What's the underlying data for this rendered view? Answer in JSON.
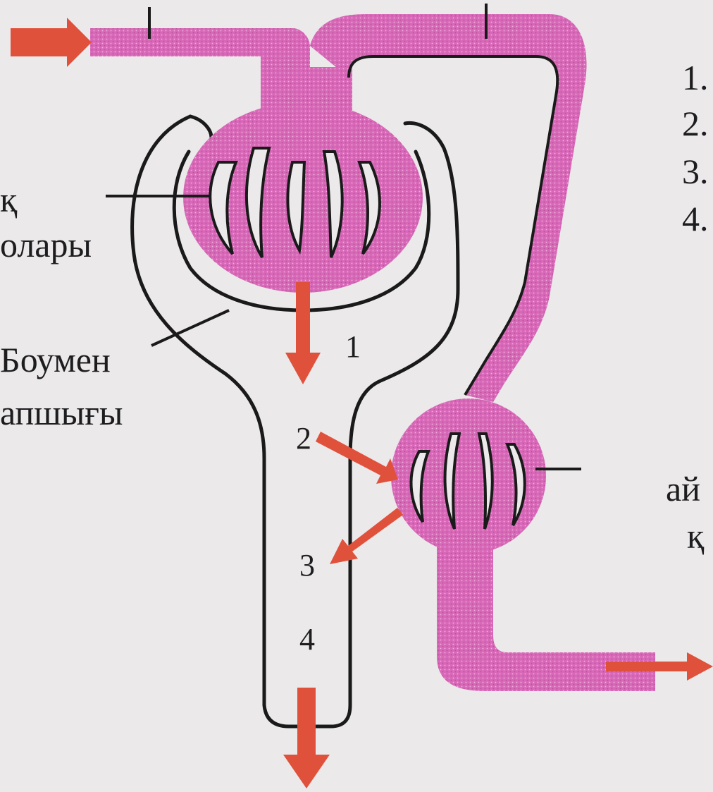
{
  "colors": {
    "vessel": "#d868b8",
    "outline": "#1a1a1a",
    "arrow": "#e0513c",
    "background": "#ebe9ea",
    "text": "#1d1d1f"
  },
  "left_labels": {
    "capillary_line1": "қ",
    "capillary_line2": "олары",
    "capsule_line1": "Боумен",
    "capsule_line2": "апшығы"
  },
  "right_labels": {
    "list_1": "1.",
    "list_2": "2.",
    "list_3": "3.",
    "list_4": "4.",
    "partial_1": "ай",
    "partial_2": "қ"
  },
  "process_numbers": [
    "1",
    "2",
    "3",
    "4"
  ]
}
